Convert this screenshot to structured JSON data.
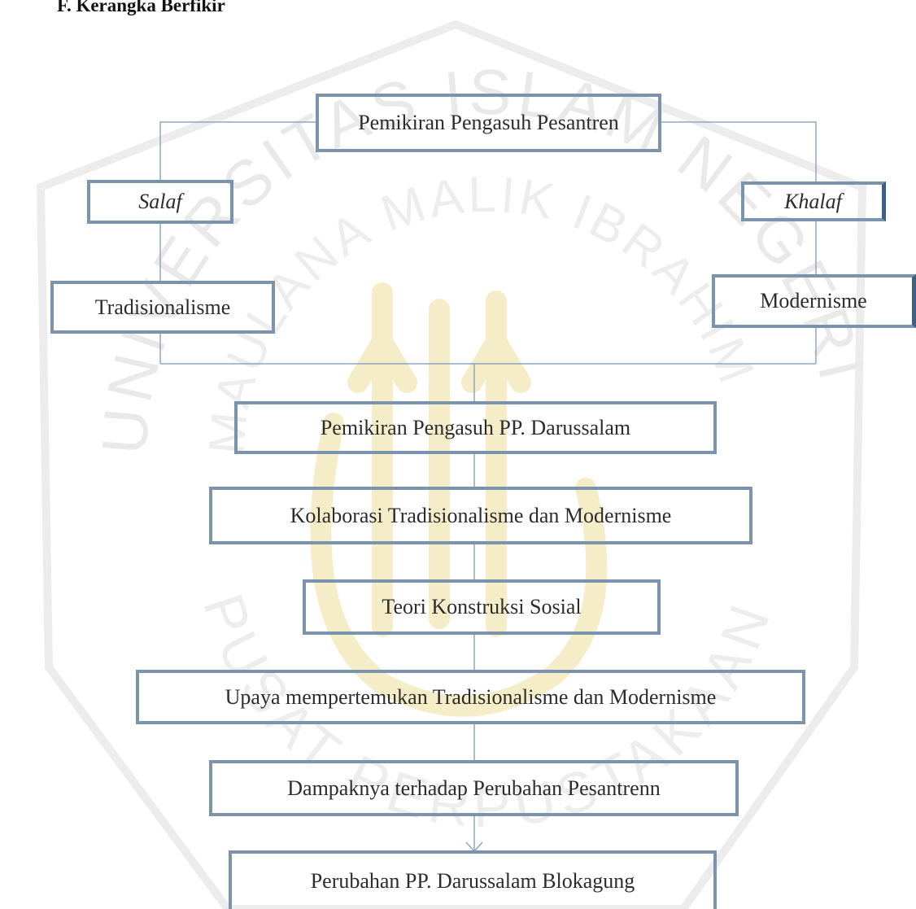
{
  "section_heading": "F.  Kerangka Berfikir",
  "nodes": {
    "root": "Pemikiran Pengasuh Pesantren",
    "salaf": "Salaf",
    "khalaf": "Khalaf",
    "tradisionalisme": "Tradisionalisme",
    "modernisme": "Modernisme",
    "darussalam": "Pemikiran Pengasuh PP. Darussalam",
    "kolaborasi": "Kolaborasi Tradisionalisme dan Modernisme",
    "teori": "Teori  Konstruksi Sosial",
    "upaya": "Upaya mempertemukan Tradisionalisme dan Modernisme",
    "dampak": "Dampaknya terhadap Perubahan Pesantrenn",
    "perubahan": "Perubahan PP. Darussalam Blokagung"
  },
  "colors": {
    "box_border": "#7c93ad",
    "box_border_accent": "#3e5f8a",
    "connector": "#8fa7c0",
    "watermark_text": "#e6e6e6",
    "watermark_emblem": "#f6efcf"
  }
}
